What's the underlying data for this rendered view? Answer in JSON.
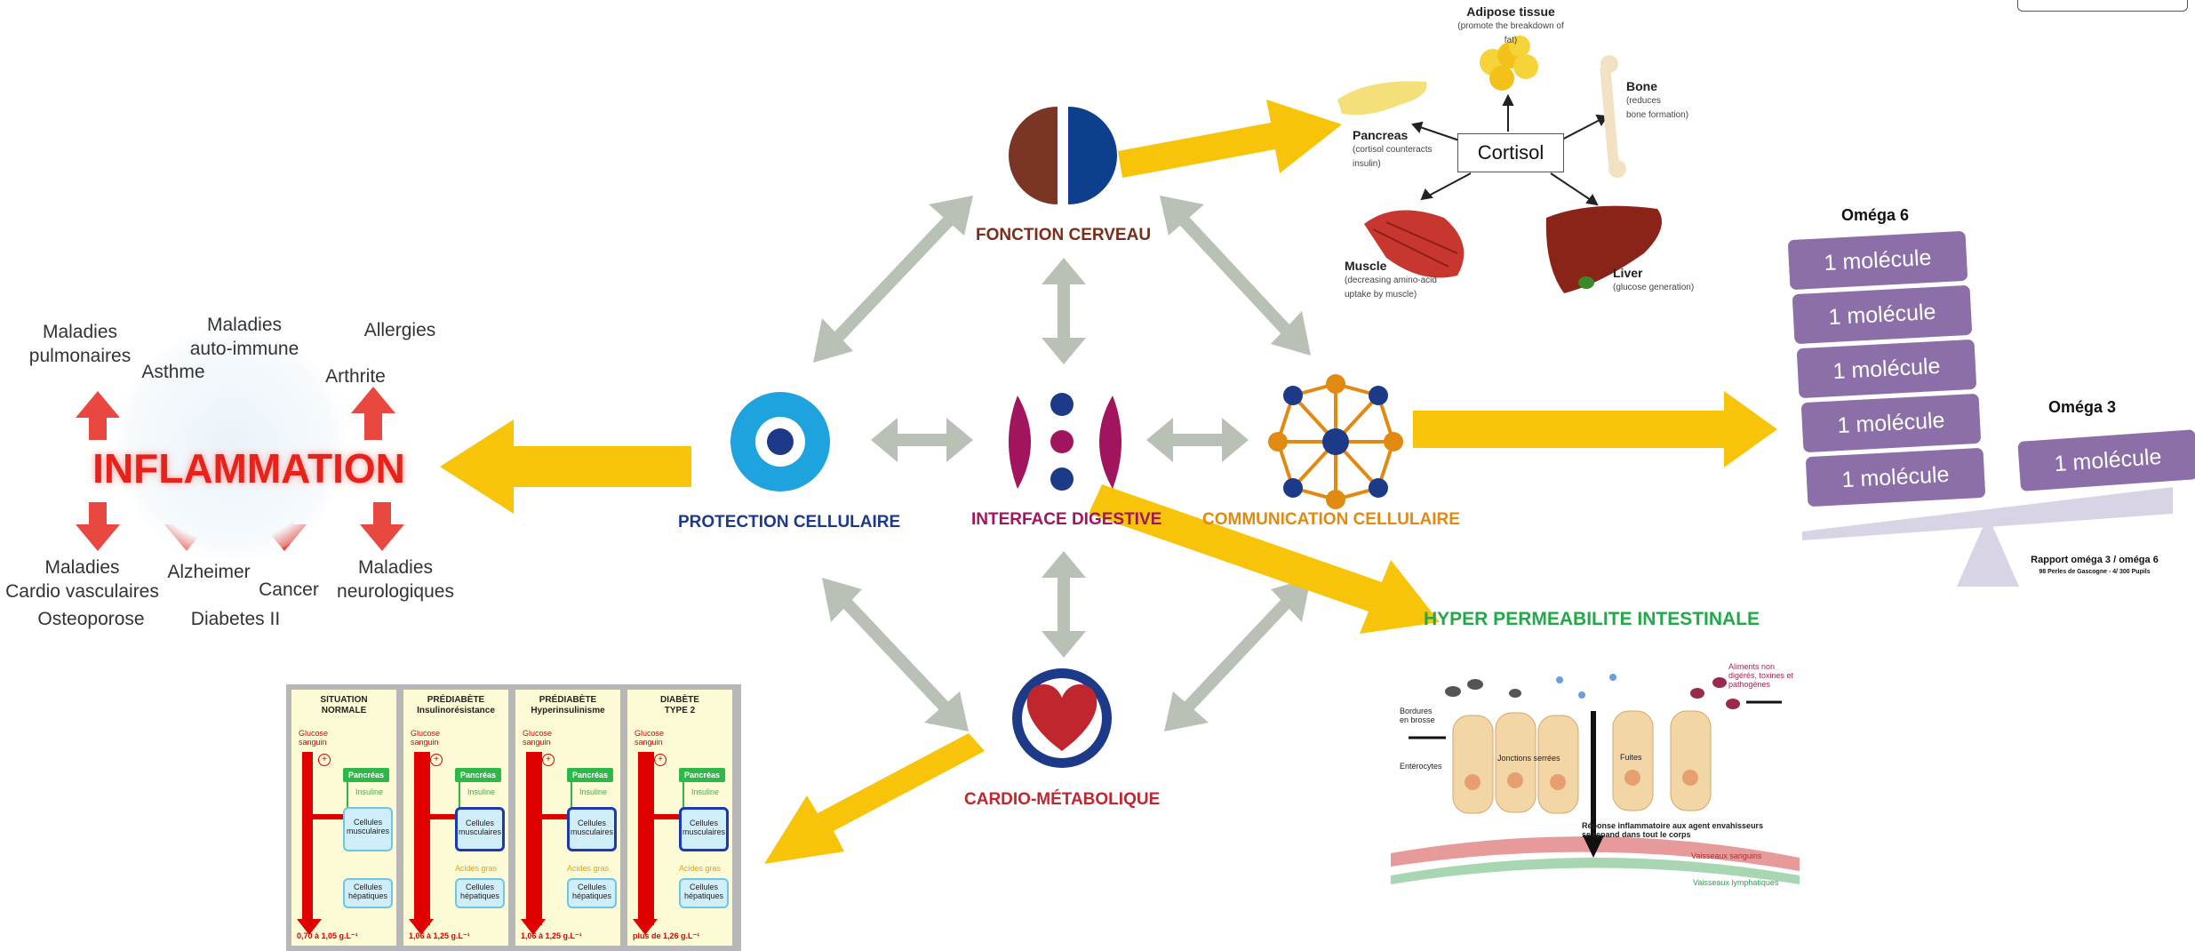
{
  "center": {
    "fonction_cerveau": "FONCTION CERVEAU",
    "protection_cellulaire": "PROTECTION CELLULAIRE",
    "interface_digestive": "INTERFACE DIGESTIVE",
    "communication_cellulaire": "COMMUNICATION CELLULAIRE",
    "cardio_metabolique": "CARDIO-MÉTABOLIQUE",
    "colors": {
      "brain_label": "#7a2e1a",
      "protection_label": "#1c3a87",
      "digestive_label": "#a0155d",
      "communication_label": "#e08a12",
      "cardio_label": "#c0262d",
      "gray_arrow": "#b9c1b6",
      "yellow_arrow": "#f7c40a"
    }
  },
  "inflammation": {
    "title": "INFLAMMATION",
    "top_labels": [
      "Maladies\npulmonaires",
      "Asthme",
      "Maladies\nauto-immune",
      "Allergies",
      "Arthrite"
    ],
    "bottom_labels": [
      "Maladies\nCardio vasculaires",
      "Osteoporose",
      "Alzheimer",
      "Diabetes II",
      "Cancer",
      "Maladies\nneurologiques"
    ]
  },
  "cortisol": {
    "center": "Cortisol",
    "adipose": {
      "title": "Adipose tissue",
      "sub": "(promote the breakdown of fat)"
    },
    "bone": {
      "title": "Bone",
      "sub": "(reduces\nbone formation)"
    },
    "pancreas": {
      "title": "Pancreas",
      "sub": "(cortisol counteracts\ninsulin)"
    },
    "muscle": {
      "title": "Muscle",
      "sub": "(decreasing amino-acid\nuptake by muscle)"
    },
    "liver": {
      "title": "Liver",
      "sub": "(glucose generation)"
    }
  },
  "omega": {
    "omega6_title": "Oméga 6",
    "omega3_title": "Oméga 3",
    "omega6_items": [
      "1 molécule",
      "1 molécule",
      "1 molécule",
      "1 molécule",
      "1 molécule"
    ],
    "omega3_items": [
      "1 molécule"
    ],
    "caption_line1": "Rapport oméga 3 / oméga 6",
    "caption_line2": "98 Perles de Gascogne - 4/ 300 Pupils",
    "mol_color": "#8c6fa8"
  },
  "permeability": {
    "title": "HYPER PERMEABILITE INTESTINALE",
    "labels": {
      "bordure": "Bordures\nen brosse",
      "enterocytes": "Entérocytes",
      "jonctions": "Jonctions serrées",
      "fuites": "Fuites",
      "aliments": "Aliments non\ndigérés, toxines et\npathogènes",
      "reponse": "Réponse inflammatoire aux agent envahisseurs\nse repand dans tout le corps",
      "vaisseaux_sanguins": "Vaisseaux sanguins",
      "vaisseaux_lymph": "Vaisseaux lymphatiques"
    },
    "title_color": "#23a84a"
  },
  "diabetes": {
    "columns": [
      {
        "title": "SITUATION\nNORMALE",
        "glucose": "Glucose\nsanguin",
        "pancreas": "Pancréas",
        "insuline": "Insuline",
        "muscle": "Cellules\nmusculaires",
        "acides": "",
        "hepat": "Cellules\nhépatiques",
        "value": "0,70 à 1,05 g.L⁻¹"
      },
      {
        "title": "PRÉDIABÈTE\nInsulinorésistance",
        "glucose": "Glucose\nsanguin",
        "pancreas": "Pancréas",
        "insuline": "Insuline",
        "muscle": "Cellules\nmusculaires",
        "acides": "Acides gras",
        "hepat": "Cellules\nhépatiques",
        "value": "1,06 à 1,25 g.L⁻¹"
      },
      {
        "title": "PRÉDIABÈTE\nHyperinsulinisme",
        "glucose": "Glucose\nsanguin",
        "pancreas": "Pancréas",
        "insuline": "Insuline",
        "muscle": "Cellules\nmusculaires",
        "acides": "Acides gras",
        "hepat": "Cellules\nhépatiques",
        "value": "1,06 à 1,25 g.L⁻¹"
      },
      {
        "title": "DIABÈTE\nTYPE 2",
        "glucose": "Glucose\nsanguin",
        "pancreas": "Pancréas",
        "insuline": "Insuline",
        "muscle": "Cellules\nmusculaires",
        "acides": "Acides gras",
        "hepat": "Cellules\nhépatiques",
        "value": "plus de 1,26 g.L⁻¹"
      }
    ]
  }
}
